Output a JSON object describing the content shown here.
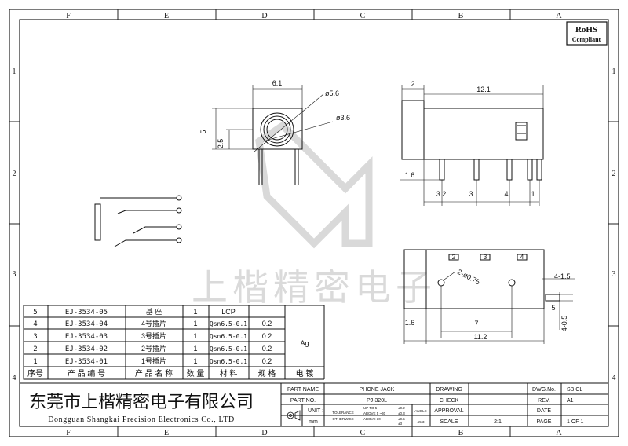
{
  "frame": {
    "cols": [
      "F",
      "E",
      "D",
      "C",
      "B",
      "A"
    ],
    "rows": [
      "1",
      "2",
      "3",
      "4"
    ]
  },
  "rohs": {
    "line1": "RoHS",
    "line2": "Compliant"
  },
  "dims": {
    "front_width": "6.1",
    "front_height": "5",
    "front_half": "2.5",
    "dia_outer": "ø5.6",
    "dia_inner": "ø3.6",
    "side_2": "2",
    "side_length": "12.1",
    "side_16": "1.6",
    "side_32": "3.2",
    "side_3": "3",
    "side_4": "4",
    "side_1": "1",
    "top_holes": "2-ø0.75",
    "top_415": "4-1.5",
    "top_16": "1.6",
    "top_7": "7",
    "top_112": "11.2",
    "top_405": "4-0.5",
    "top_5": "5",
    "pad_2": "2",
    "pad_3": "3",
    "pad_4": "4"
  },
  "watermark": "上楷精密电子",
  "bom": {
    "headers": [
      "序号",
      "产 品 编 号",
      "产 品 名 称",
      "数 量",
      "材 料",
      "规 格",
      "电 镀"
    ],
    "rows": [
      {
        "no": "5",
        "code": "EJ-3534-05",
        "name": "基  座",
        "qty": "1",
        "material": "LCP",
        "spec": ""
      },
      {
        "no": "4",
        "code": "EJ-3534-04",
        "name": "4号插片",
        "qty": "1",
        "material": "Qsn6.5-0.1",
        "spec": "0.2"
      },
      {
        "no": "3",
        "code": "EJ-3534-03",
        "name": "3号插片",
        "qty": "1",
        "material": "Qsn6.5-0.1",
        "spec": "0.2"
      },
      {
        "no": "2",
        "code": "EJ-3534-02",
        "name": "2号插片",
        "qty": "1",
        "material": "Qsn6.5-0.1",
        "spec": "0.2"
      },
      {
        "no": "1",
        "code": "EJ-3534-01",
        "name": "1号插片",
        "qty": "1",
        "material": "Qsn6.5-0.1",
        "spec": "0.2"
      }
    ],
    "plating": "Ag"
  },
  "company": {
    "cn": "东莞市上楷精密电子有限公司",
    "en": "Dongguan Shangkai Precision Electronics Co., LTD"
  },
  "title_block": {
    "part_name_label": "PART NAME",
    "part_name": "PHONE JACK",
    "part_no_label": "PART NO.",
    "part_no": "PJ-320L",
    "unit_label": "UNIT :",
    "unit": "mm",
    "tolerance": "TOLERANCE",
    "otherwise": "OTHERWISE",
    "tol_rows": [
      {
        "range": "UP TO 5",
        "value": "±0.2"
      },
      {
        "range": "ABOVE 5 ~30",
        "value": "±0.3"
      },
      {
        "range": "ABOVE 30",
        "value": "±0.5"
      }
    ],
    "tol_extra": "±3",
    "angle_label": "ANGLE",
    "angle_value": "ø5.3",
    "drawing": "DRAWING",
    "check": "CHECK",
    "approval": "APPROVAL",
    "scale_label": "SCALE",
    "scale": "2:1",
    "dwg_no_label": "DWG.No.",
    "dwg_no": "SBICL",
    "rev_label": "REV.",
    "rev": "A1",
    "date_label": "DATE",
    "page_label": "PAGE",
    "page": "1 OF 1"
  }
}
